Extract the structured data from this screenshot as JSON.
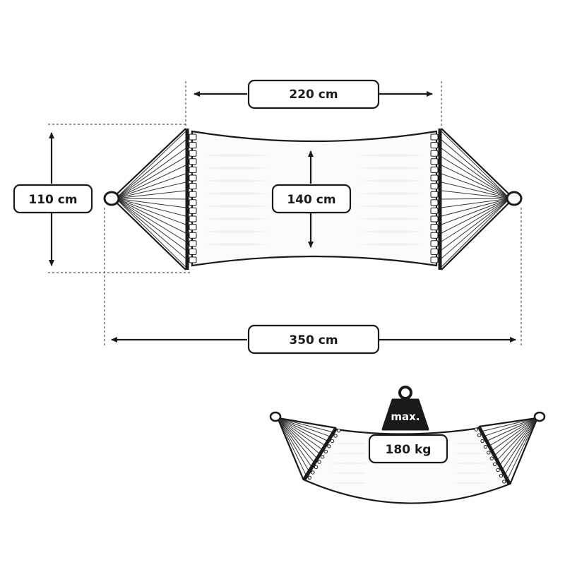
{
  "labels": {
    "length_inner": "220 cm",
    "width_outer": "110 cm",
    "width_cloth": "140 cm",
    "length_total": "350 cm",
    "weight_word": "max.",
    "weight_value": "180 kg"
  },
  "colors": {
    "stroke": "#1a1a1a",
    "weight_fill": "#1a1a1a",
    "background": "#ffffff"
  },
  "icons": [
    "weight-icon"
  ]
}
